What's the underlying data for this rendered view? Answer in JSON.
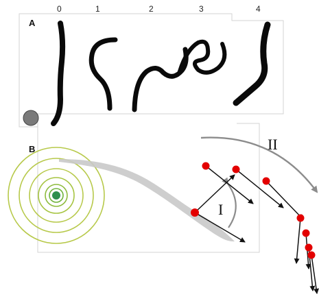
{
  "panel_a": {
    "label": "A",
    "posture_ticks": [
      "0",
      "1",
      "2",
      "3",
      "4"
    ]
  },
  "panel_b": {
    "label": "B",
    "angle_labels": [
      "I",
      "II"
    ]
  },
  "colors": {
    "worm": "#0a0a0a",
    "frame": "#cfcfcf",
    "marker": "#7a7a7a",
    "gradient_rings": "#b7c94a",
    "gradient_center": "#2e8f4e",
    "track": "#c9c9c9",
    "track_point": "#e30000",
    "arrow": "#111111",
    "turn_arc": "#8c8c8c"
  }
}
